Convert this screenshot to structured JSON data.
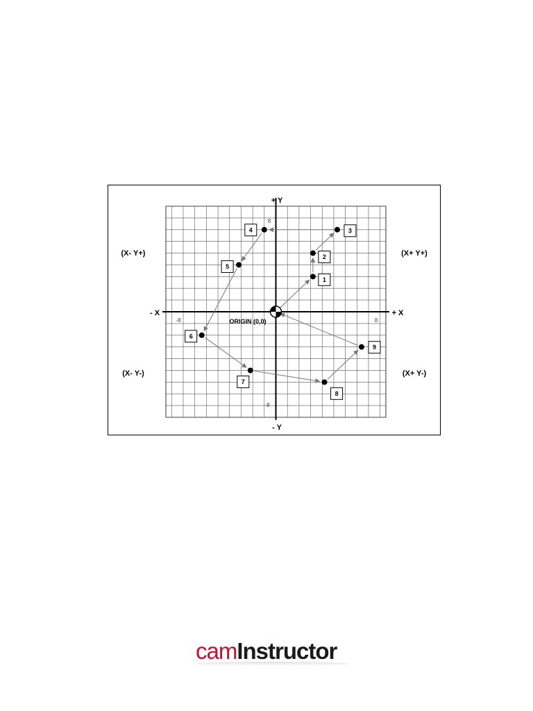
{
  "diagram": {
    "axis_labels": {
      "plus_y": "+ Y",
      "minus_y": "- Y",
      "plus_x": "+ X",
      "minus_x": "- X"
    },
    "quadrant_labels": {
      "q1": "(X+ Y+)",
      "q2": "(X- Y+)",
      "q3": "(X- Y-)",
      "q4": "(X+ Y-)"
    },
    "origin_label": "ORIGIN (0,0)",
    "tick_labels": {
      "x_neg": "-8",
      "x_pos": "8",
      "y_pos": "8",
      "y_neg": "-8"
    },
    "grid": {
      "xmin": -9.5,
      "xmax": 9.5,
      "ymin": -9,
      "ymax": 9,
      "step": 1
    },
    "points": [
      {
        "label": "1",
        "x": 3.2,
        "y": 3.0
      },
      {
        "label": "2",
        "x": 3.2,
        "y": 5.0
      },
      {
        "label": "3",
        "x": 5.3,
        "y": 7.0
      },
      {
        "label": "4",
        "x": -1.0,
        "y": 7.0
      },
      {
        "label": "5",
        "x": -3.2,
        "y": 4.0
      },
      {
        "label": "6",
        "x": -6.4,
        "y": -2.0
      },
      {
        "label": "7",
        "x": -2.2,
        "y": -5.0
      },
      {
        "label": "8",
        "x": 4.2,
        "y": -6.0
      },
      {
        "label": "9",
        "x": 7.4,
        "y": -3.0
      }
    ]
  },
  "logo": {
    "part1": "cam",
    "part2": "Instructor"
  }
}
